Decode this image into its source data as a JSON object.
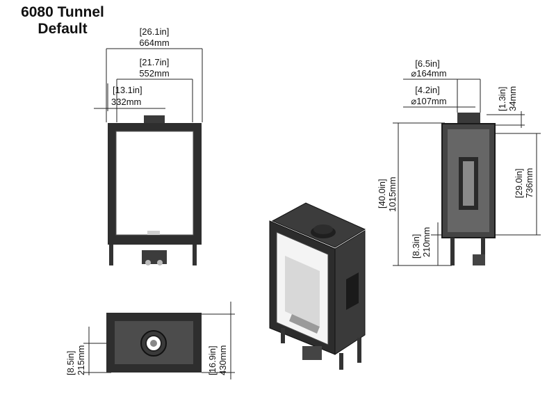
{
  "title": {
    "line1": "6080 Tunnel",
    "line2": "Default"
  },
  "front_view": {
    "overall_width": {
      "in": "[26.1in]",
      "mm": "664mm"
    },
    "inner_width": {
      "in": "[21.7in]",
      "mm": "552mm"
    },
    "flue_offset": {
      "in": "[13.1in]",
      "mm": "332mm"
    }
  },
  "side_view": {
    "flue_outer": {
      "in": "[6.5in]",
      "mm": "⌀164mm"
    },
    "flue_inner": {
      "in": "[4.2in]",
      "mm": "⌀107mm"
    },
    "flue_height": {
      "in": "[1.3in]",
      "mm": "34mm"
    },
    "total_height": {
      "in": "[40.0in]",
      "mm": "1015mm"
    },
    "body_height": {
      "in": "[29.0in]",
      "mm": "736mm"
    },
    "leg_height": {
      "in": "[8.3in]",
      "mm": "210mm"
    }
  },
  "top_view": {
    "flue_center": {
      "in": "[8.5in]",
      "mm": "215mm"
    },
    "depth": {
      "in": "[16.9in]",
      "mm": "430mm"
    }
  },
  "colors": {
    "body": "#2b2b2b",
    "frame": "#3a3a3a",
    "glass": "#ffffff",
    "panel": "#5a5a5a"
  }
}
